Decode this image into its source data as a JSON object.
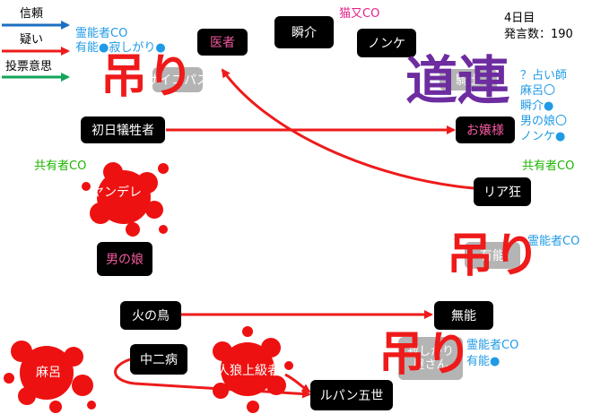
{
  "legend": {
    "trust": "信頼",
    "doubt": "疑い",
    "vote_intent": "投票意思",
    "colors": {
      "trust": "#1c6fc0",
      "doubt": "#ee1b1b",
      "vote": "#13a65a"
    }
  },
  "info": {
    "day": "4日目",
    "post_count": "発言数：190"
  },
  "annotations": {
    "cat_co": "猫又CO",
    "medium_co_top": "霊能者CO",
    "capable_lonely": "有能●寂しがり●",
    "shared_left": "共有者CO",
    "shared_right": "共有者CO",
    "medium_right": "霊能者CO",
    "medium_bottom": "霊能者CO",
    "capable_bottom": "有能●",
    "side_list": [
      "？占い師",
      "麻呂〇",
      "瞬介●",
      "男の娘〇",
      "ノンケ●"
    ]
  },
  "stamps": {
    "hang": "吊り",
    "michizure": "道連"
  },
  "nodes": {
    "isha": "医者",
    "shunsuke": "瞬介",
    "nonke": "ノンケ",
    "psycho": "サイコパス",
    "kishi": "騎士",
    "first_victim": "初日犠牲者",
    "ojousama": "お嬢様",
    "yandere": "ヤンデレ",
    "riajuu": "リア狂",
    "otokonoko": "男の娘",
    "yuunou": "有能",
    "hinotori": "火の鳥",
    "munou": "無能",
    "chuunibyou": "中二病",
    "maro": "麻呂",
    "jinrou": "人狼上級者",
    "lonely": "寂しがり屋さん",
    "lupin": "ルパン五世"
  }
}
